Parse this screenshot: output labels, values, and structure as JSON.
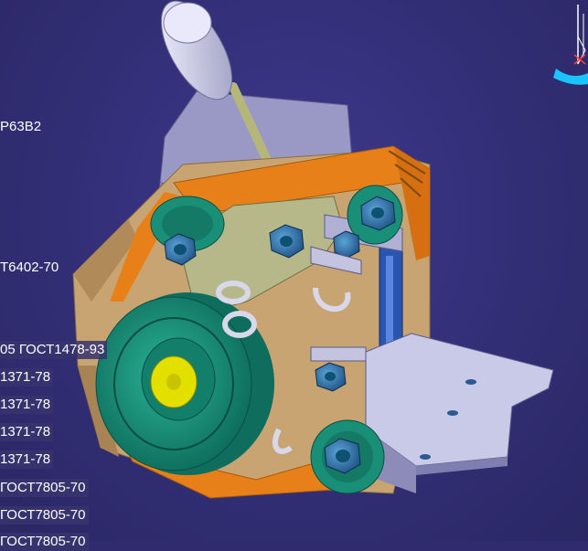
{
  "viewport": {
    "background": "#34307a",
    "model_colors": {
      "housing": "#c8a472",
      "belt": "#e8801a",
      "pulley": "#1a8f78",
      "bracket": "#aaaacc",
      "plate": "#b7b88a",
      "bolt": "#2f6fa6"
    }
  },
  "spec_tree": {
    "labels": [
      "Р63В2",
      "Т6402-70",
      "05 ГОСТ1478-93",
      "1371-78",
      "1371-78",
      "1371-78",
      "1371-78",
      "ГОСТ7805-70",
      "ГОСТ7805-70",
      "ГОСТ7805-70"
    ]
  },
  "compass": {
    "icon": "compass-icon",
    "color": "#19c4ff"
  }
}
